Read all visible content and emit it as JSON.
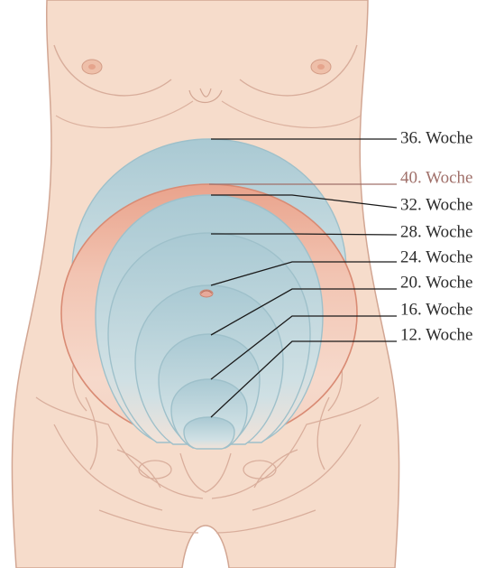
{
  "labels": [
    {
      "id": "w36",
      "text": "36. Woche",
      "color": "#2b2b2b"
    },
    {
      "id": "w40",
      "text": "40. Woche",
      "color": "#a0706a"
    },
    {
      "id": "w32",
      "text": "32. Woche",
      "color": "#2b2b2b"
    },
    {
      "id": "w28",
      "text": "28. Woche",
      "color": "#2b2b2b"
    },
    {
      "id": "w24",
      "text": "24. Woche",
      "color": "#2b2b2b"
    },
    {
      "id": "w20",
      "text": "20. Woche",
      "color": "#2b2b2b"
    },
    {
      "id": "w16",
      "text": "16. Woche",
      "color": "#2b2b2b"
    },
    {
      "id": "w12",
      "text": "12. Woche",
      "color": "#2b2b2b"
    }
  ],
  "colors": {
    "skin": "#f6dccb",
    "skin_outline": "#c99c88",
    "uterus_blue": "#b4d1da",
    "uterus_outline": "#8fb6c2",
    "week40_fill": "#eaa48d",
    "week40_outline": "#d98b74",
    "leader_line": "#1a1a1a"
  }
}
